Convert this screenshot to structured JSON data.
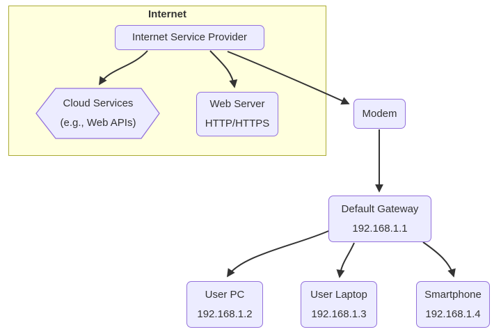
{
  "diagram": {
    "type": "flowchart",
    "subgraph": {
      "label": "Internet"
    },
    "nodes": {
      "isp": {
        "shape": "rounded-rect",
        "label": "Internet Service Provider"
      },
      "cloud": {
        "shape": "hexagon",
        "line1": "Cloud Services",
        "line2": "(e.g., Web APIs)"
      },
      "web": {
        "shape": "rounded-rect",
        "line1": "Web Server",
        "line2": "HTTP/HTTPS"
      },
      "modem": {
        "shape": "rounded-rect",
        "label": "Modem"
      },
      "gateway": {
        "shape": "rounded-rect",
        "line1": "Default Gateway",
        "line2": "192.168.1.1"
      },
      "pc": {
        "shape": "rounded-rect",
        "line1": "User PC",
        "line2": "192.168.1.2"
      },
      "laptop": {
        "shape": "rounded-rect",
        "line1": "User Laptop",
        "line2": "192.168.1.3"
      },
      "phone": {
        "shape": "rounded-rect",
        "line1": "Smartphone",
        "line2": "192.168.1.4"
      }
    },
    "edges": [
      {
        "from": "isp",
        "to": "cloud"
      },
      {
        "from": "isp",
        "to": "web"
      },
      {
        "from": "isp",
        "to": "modem"
      },
      {
        "from": "modem",
        "to": "gateway"
      },
      {
        "from": "gateway",
        "to": "pc"
      },
      {
        "from": "gateway",
        "to": "laptop"
      },
      {
        "from": "gateway",
        "to": "phone"
      }
    ],
    "colors": {
      "node_fill": "#ECECFF",
      "node_border": "#9370DB",
      "subgraph_fill": "#FFFFDE",
      "subgraph_border": "#AAAA33",
      "edge_color": "#333333",
      "text_color": "#333333",
      "bg_color": "#FFFFFF"
    }
  }
}
